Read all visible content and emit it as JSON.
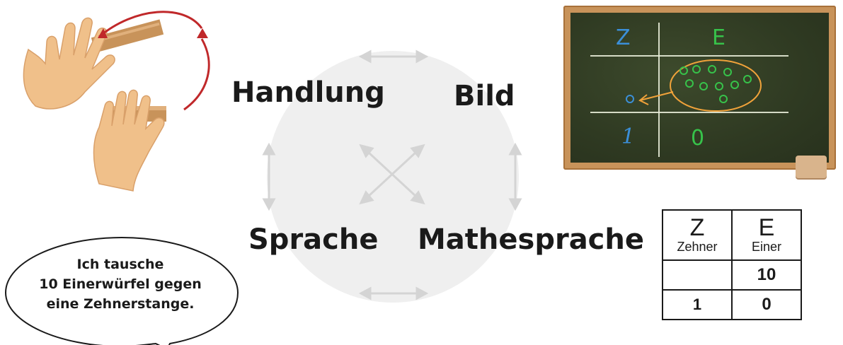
{
  "labels": {
    "handlung": "Handlung",
    "bild": "Bild",
    "sprache": "Sprache",
    "mathesprache": "Mathesprache"
  },
  "blackboard": {
    "col_z": "Z",
    "col_e": "E",
    "digit_z": "1",
    "digit_e": "0",
    "colors": {
      "z": "#3b8fd8",
      "e": "#37c24a",
      "group": "#f0a23a"
    }
  },
  "place_value_table": {
    "headers": [
      {
        "letter": "Z",
        "word": "Zehner"
      },
      {
        "letter": "E",
        "word": "Einer"
      }
    ],
    "rows": [
      [
        "",
        "10"
      ],
      [
        "1",
        "0"
      ]
    ]
  },
  "speech_bubble": {
    "lines": [
      "Ich tausche",
      "10 Einerwürfel gegen",
      "eine Zehnerstange."
    ]
  },
  "colors": {
    "circle": "#efefef",
    "arrows": "#d4d4d4",
    "exchange_arrow": "#c0282a",
    "skin": "#f0c08a",
    "wood": "#c8935a"
  }
}
